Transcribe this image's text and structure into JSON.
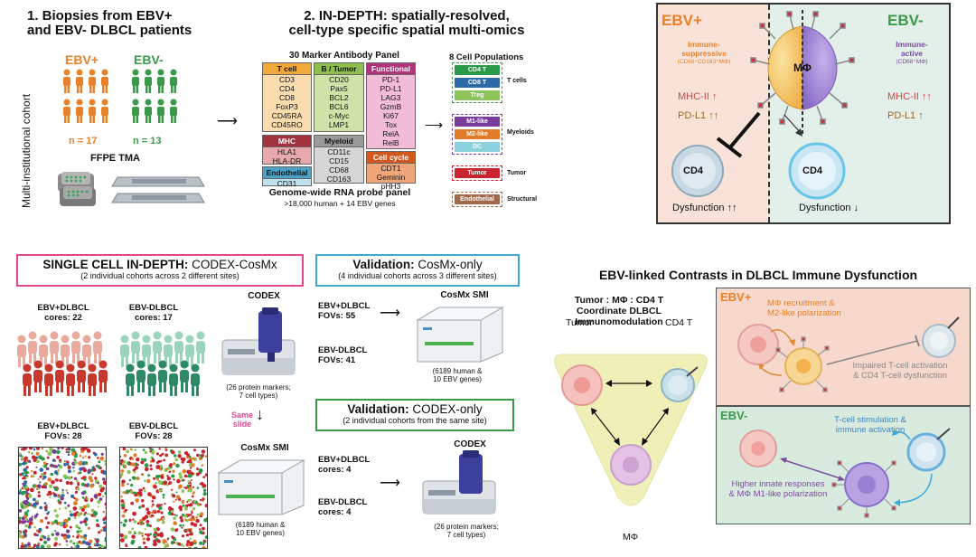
{
  "section1": {
    "title_line1": "1. Biopsies from EBV+",
    "title_line2": "and EBV- DLBCL patients",
    "ebv_pos_label": "EBV+",
    "ebv_neg_label": "EBV-",
    "n_pos": "n = 17",
    "n_neg": "n = 13",
    "tma_label": "FFPE TMA",
    "cohort_label": "Multi-institutional cohort"
  },
  "section2": {
    "title_line1": "2. IN-DEPTH: spatially-resolved,",
    "title_line2": "cell-type specific spatial multi-omics",
    "panel_title": "30 Marker Antibody Panel",
    "rna_title": "Genome-wide RNA probe panel",
    "rna_sub": ">18,000 human + 14 EBV genes",
    "groups": {
      "tcell": {
        "header": "T cell",
        "items": [
          "CD3",
          "CD4",
          "CD8",
          "FoxP3",
          "CD45RA",
          "CD45RO"
        ]
      },
      "btumor": {
        "header": "B / Tumor",
        "items": [
          "CD20",
          "Pax5",
          "BCL2",
          "BCL6",
          "c-Myc",
          "LMP1"
        ]
      },
      "functional": {
        "header": "Functional",
        "items": [
          "PD-1",
          "PD-L1",
          "LAG3",
          "GzmB",
          "Ki67",
          "Tox",
          "RelA",
          "RelB"
        ]
      },
      "mhc": {
        "header": "MHC",
        "items": [
          "HLA1",
          "HLA-DR"
        ]
      },
      "myeloid": {
        "header": "Myeloid",
        "items": [
          "CD11c",
          "CD15",
          "CD68",
          "CD163"
        ]
      },
      "cellcycle": {
        "header": "Cell cycle",
        "items": [
          "CDT1",
          "Geminin",
          "pHH3"
        ]
      },
      "endothelial": {
        "header": "Endothelial",
        "items": [
          "CD31"
        ]
      }
    },
    "populations_title": "8 Cell Populations",
    "populations": {
      "cd4t": "CD4 T",
      "cd8t": "CD8 T",
      "treg": "Treg",
      "m1": "M1-like",
      "m2": "M2-like",
      "dc": "DC",
      "tumor": "Tumor",
      "endothelial": "Endothelial"
    },
    "group_labels": {
      "tcells": "T cells",
      "myeloids": "Myeloids",
      "tumor": "Tumor",
      "structural": "Structural"
    }
  },
  "ebv_box": {
    "pos_title": "EBV+",
    "neg_title": "EBV-",
    "pos_state_line1": "Immune-",
    "pos_state_line2": "suppressive",
    "pos_state_sub": "(CD68⁺CD163⁺MΦ)",
    "neg_state_line1": "Immune-",
    "neg_state_line2": "active",
    "neg_state_sub": "(CD68⁺MΦ)",
    "mphi": "MΦ",
    "mhc_pos": "MHC-II ↑",
    "pdl1_pos": "PD-L1 ↑↑",
    "mhc_neg": "MHC-II ↑↑",
    "pdl1_neg": "PD-L1 ↑",
    "cd4": "CD4",
    "dys_pos": "Dysfunction ↑↑",
    "dys_neg": "Dysfunction ↓"
  },
  "codex_cosmx": {
    "box_title_bold": "SINGLE CELL IN-DEPTH:",
    "box_title_rest": " CODEX-CosMx",
    "box_sub": "(2 individual cohorts across 2 different sites)",
    "pos_cores_l1": "EBV+DLBCL",
    "pos_cores_l2": "cores: 22",
    "neg_cores_l1": "EBV-DLBCL",
    "neg_cores_l2": "cores: 17",
    "pos_fovs_l1": "EBV+DLBCL",
    "pos_fovs_l2": "FOVs: 28",
    "neg_fovs_l1": "EBV-DLBCL",
    "neg_fovs_l2": "FOVs: 28",
    "codex_label": "CODEX",
    "codex_note_l1": "(26 protein markers;",
    "codex_note_l2": "7 cell types)",
    "same_l1": "Same",
    "same_l2": "slide",
    "cosmx_label": "CosMx SMI",
    "cosmx_note_l1": "(6189 human &",
    "cosmx_note_l2": "10 EBV genes)"
  },
  "validation_cosmx": {
    "title_bold": "Validation:",
    "title_rest": " CosMx-only",
    "sub": "(4 individual cohorts across 3 different sites)",
    "pos_l1": "EBV+DLBCL",
    "pos_l2": "FOVs: 55",
    "neg_l1": "EBV-DLBCL",
    "neg_l2": "FOVs: 41",
    "inst_label": "CosMx SMI",
    "note_l1": "(6189 human &",
    "note_l2": "10 EBV genes)"
  },
  "validation_codex": {
    "title_bold": "Validation:",
    "title_rest": " CODEX-only",
    "sub": "(2 individual cohorts from the same site)",
    "pos_l1": "EBV+DLBCL",
    "pos_l2": "cores: 4",
    "neg_l1": "EBV-DLBCL",
    "neg_l2": "cores: 4",
    "inst_label": "CODEX",
    "note_l1": "(26 protein markers;",
    "note_l2": "7 cell types)"
  },
  "contrasts": {
    "title": "EBV-linked Contrasts in DLBCL Immune Dysfunction",
    "tri_title_l1": "Tumor : MΦ : CD4 T",
    "tri_title_l2": "Coordinate DLBCL",
    "tri_title_l3": "Immunomodulation",
    "tumor": "Tumor",
    "cd4t": "CD4 T",
    "mphi": "MΦ",
    "pos_label": "EBV+",
    "pos_recruit_l1": "MΦ recruitment &",
    "pos_recruit_l2": "M2-like polarization",
    "pos_impair_l1": "Impaired T-cell activation",
    "pos_impair_l2": "& CD4 T-cell dysfunction",
    "neg_label": "EBV-",
    "neg_stim_l1": "T-cell stimulation &",
    "neg_stim_l2": "immune activation",
    "neg_innate_l1": "Higher innate responses",
    "neg_innate_l2": "& MΦ M1-like polarization"
  },
  "colors": {
    "ebv_pos": "#e8822a",
    "ebv_neg": "#3a9a4a",
    "tcell_hdr": "#f2a93b",
    "btumor_hdr": "#8fbf4d",
    "functional_hdr": "#b0357a",
    "mhc_hdr": "#a3303e",
    "myeloid_hdr": "#9a9a9a",
    "cellcycle_hdr": "#d2581e",
    "endothelial_hdr": "#4aa3c7",
    "codex_box": "#e0478f",
    "cosmx_box": "#3fa9d6",
    "codex_val_box": "#3a9a4a"
  }
}
